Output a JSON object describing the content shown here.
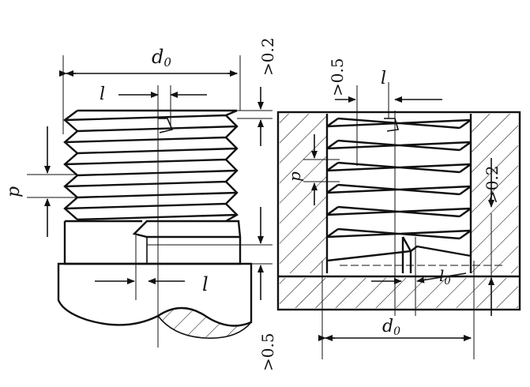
{
  "labels": {
    "d0_left": "d",
    "d0_left_sub": "0",
    "l_top_left": "l",
    "p_left": "p",
    "l_bottom_left": "l",
    "tol_top_left": ">0.2",
    "tol_bottom_left": ">0.5",
    "tol_top_right": ">0.5",
    "l_top_right": "l",
    "p_right": "p",
    "tol_right": ">0.2",
    "l0_right": "l",
    "l0_right_sub": "0",
    "d0_right": "d",
    "d0_right_sub": "0"
  }
}
